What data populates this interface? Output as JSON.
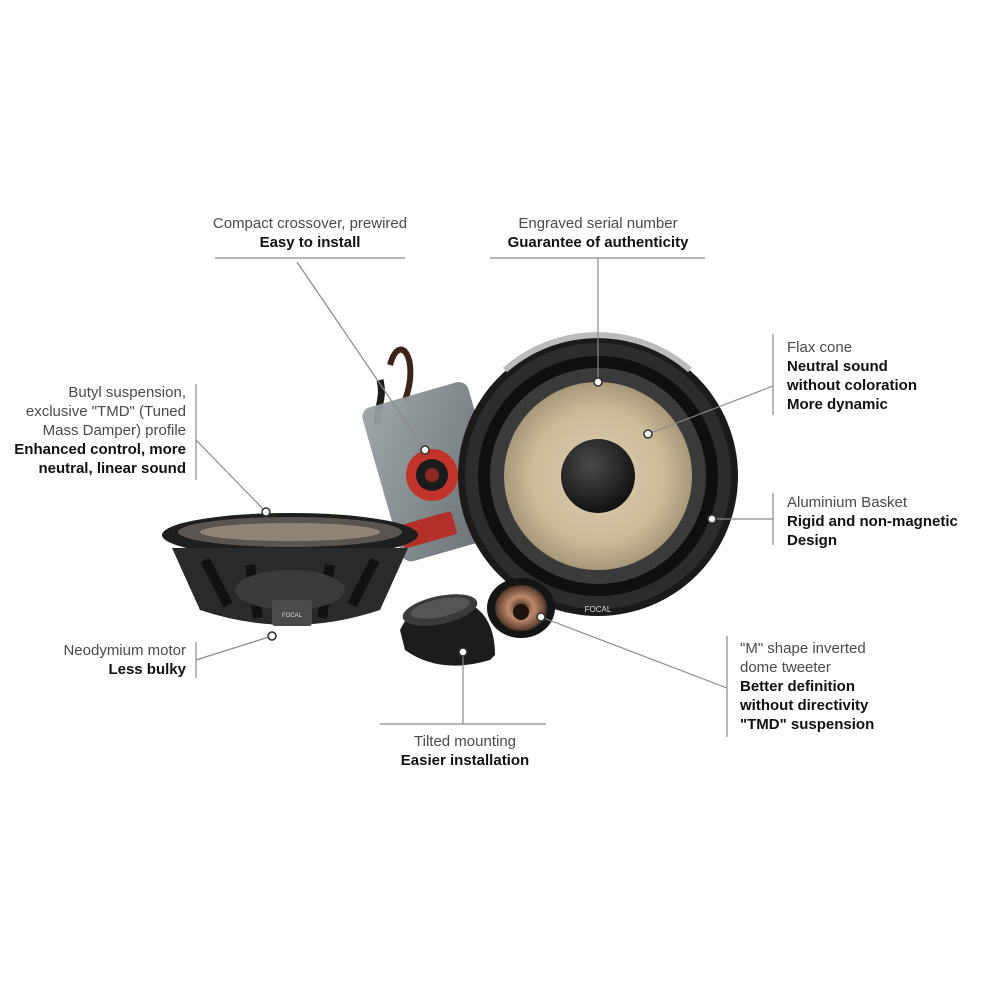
{
  "brand": "FOCAL",
  "callouts": {
    "crossover": {
      "line1": "Compact crossover, prewired",
      "line2": "Easy to install"
    },
    "serial": {
      "line1": "Engraved serial number",
      "line2": "Guarantee of authenticity"
    },
    "flax": {
      "line1": "Flax cone",
      "line2": "Neutral sound",
      "line3": "without coloration",
      "line4": "More dynamic"
    },
    "basket": {
      "line1": "Aluminium Basket",
      "line2": "Rigid and non-magnetic",
      "line3": "Design"
    },
    "butyl": {
      "line1": "Butyl suspension,",
      "line2": "exclusive \"TMD\" (Tuned",
      "line3": "Mass Damper) profile",
      "line4": "Enhanced control, more",
      "line5": "neutral, linear sound"
    },
    "motor": {
      "line1": "Neodymium motor",
      "line2": "Less bulky"
    },
    "tweeter": {
      "line1": "\"M\" shape inverted",
      "line2": "dome tweeter",
      "line3": "Better definition",
      "line4": "without directivity",
      "line5": "\"TMD\" suspension"
    },
    "tilted": {
      "line1": "Tilted mounting",
      "line2": "Easier installation"
    }
  }
}
